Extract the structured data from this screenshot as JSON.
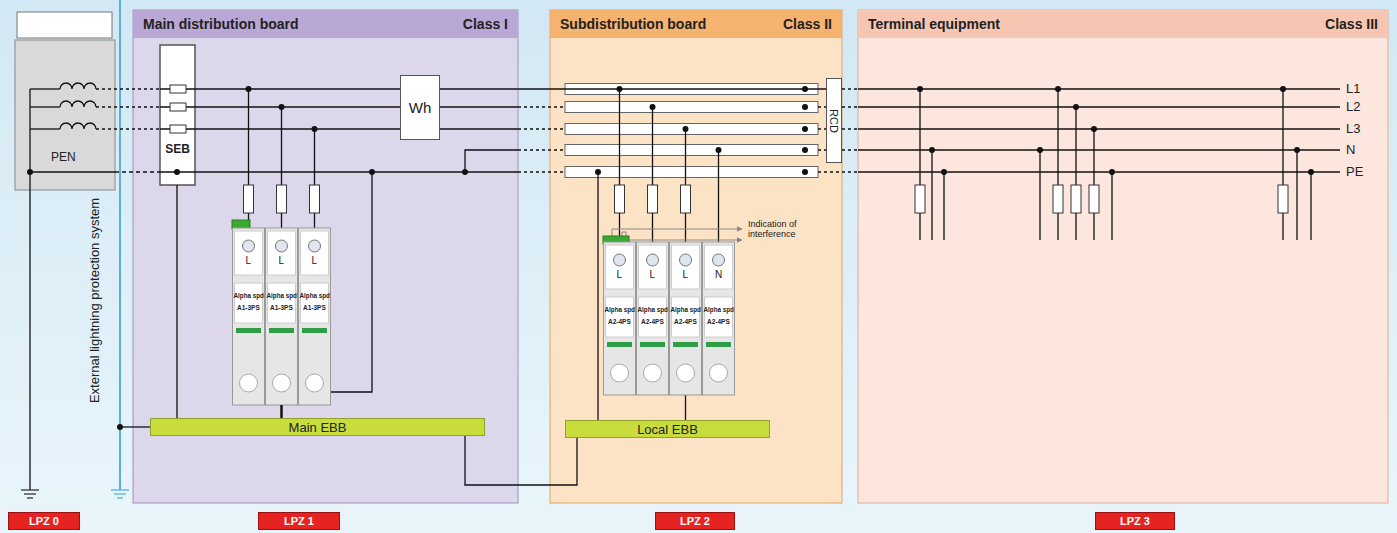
{
  "diagram": {
    "nodes": [
      {
        "text": [
          "PEN"
        ]
      },
      {
        "text": [
          "Main distribution board",
          "Class I"
        ]
      },
      {
        "text": [
          "SEB"
        ],
        "in": 1
      },
      {
        "text": [
          "Wh"
        ],
        "in": 1
      },
      {
        "text": [
          "Main EBB"
        ],
        "in": 1
      },
      {
        "text": [
          "Subdistribution board",
          "Class II"
        ]
      },
      {
        "text": [
          "RCD"
        ],
        "in": 5
      },
      {
        "text": [
          "Local EBB"
        ],
        "in": 5
      },
      {
        "text": [
          "Terminal equipment",
          "Class III"
        ]
      },
      {
        "text": [
          "LPZ 0"
        ]
      },
      {
        "text": [
          "LPZ 1"
        ]
      },
      {
        "text": [
          "LPZ 2"
        ]
      },
      {
        "text": [
          "LPZ 3"
        ]
      }
    ],
    "edges": [
      {
        "from": 0,
        "to": 2,
        "arrow": "none"
      },
      {
        "from": 2,
        "to": 3,
        "arrow": "none"
      },
      {
        "from": 2,
        "to": 4,
        "arrow": "none"
      },
      {
        "from": 4,
        "to": 7,
        "arrow": "none"
      },
      {
        "from": 3,
        "to": 6,
        "arrow": "none"
      }
    ],
    "labels": [
      "External lightning protection system",
      "Indication of interference",
      "L",
      "Alpha spd",
      "A1-3PS",
      "L",
      "Alpha spd",
      "A1-3PS",
      "L",
      "Alpha spd",
      "A1-3PS",
      "L",
      "Alpha spd",
      "A2-4PS",
      "L",
      "Alpha spd",
      "A2-4PS",
      "L",
      "Alpha spd",
      "A2-4PS",
      "N",
      "Alpha spd",
      "A2-4PS",
      "L1",
      "L2",
      "L3",
      "N",
      "PE"
    ]
  }
}
